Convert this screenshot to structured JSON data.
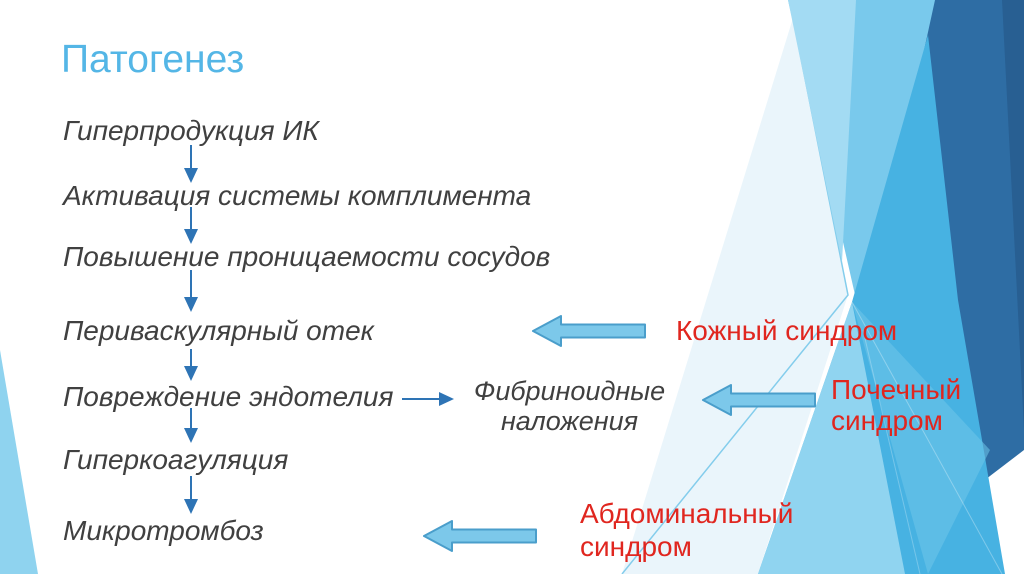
{
  "slide": {
    "title": "Патогенез",
    "flow_steps": [
      "Гиперпродукция ИК",
      "Активация системы комплимента",
      "Повышение проницаемости сосудов",
      "Периваскулярный отек",
      "Повреждение эндотелия",
      "Гиперкоагуляция",
      "Микротромбоз"
    ],
    "fibrinoid_note": "Фибриноидные наложения",
    "syndromes": {
      "skin": "Кожный синдром",
      "renal": "Почечный синдром",
      "abdominal": "Абдоминальный синдром"
    },
    "diagram_links": [
      {
        "from": "Гиперпродукция ИК",
        "to": "Активация системы комплимента",
        "type": "thin-down-arrow"
      },
      {
        "from": "Активация системы комплимента",
        "to": "Повышение проницаемости сосудов",
        "type": "thin-down-arrow"
      },
      {
        "from": "Повышение проницаемости сосудов",
        "to": "Периваскулярный отек",
        "type": "thin-down-arrow"
      },
      {
        "from": "Периваскулярный отек",
        "to": "Повреждение эндотелия",
        "type": "thin-down-arrow"
      },
      {
        "from": "Повреждение эндотелия",
        "to": "Гиперкоагуляция",
        "type": "thin-down-arrow"
      },
      {
        "from": "Гиперкоагуляция",
        "to": "Микротромбоз",
        "type": "thin-down-arrow"
      },
      {
        "from": "Повреждение эндотелия",
        "to": "Фибриноидные наложения",
        "type": "thin-right-arrow"
      },
      {
        "from": "Кожный синдром",
        "to": "Периваскулярный отек",
        "type": "block-left-arrow"
      },
      {
        "from": "Почечный синдром",
        "to": "Фибриноидные наложения",
        "type": "block-left-arrow"
      },
      {
        "from": "Абдоминальный синдром",
        "to": "Микротромбоз",
        "type": "block-left-arrow"
      }
    ],
    "colors": {
      "title_text": "#54b6e6",
      "body_text": "#404040",
      "syndrome_text": "#e0261f",
      "connector_arrow": "#2e74b5",
      "block_arrow_fill": "#7cc8ea",
      "block_arrow_border": "#4a9ecb",
      "deco_light_blue": "#79c9ec",
      "deco_cyan_blue": "#47b2e2",
      "deco_dark_blue": "#2e6da4"
    }
  }
}
